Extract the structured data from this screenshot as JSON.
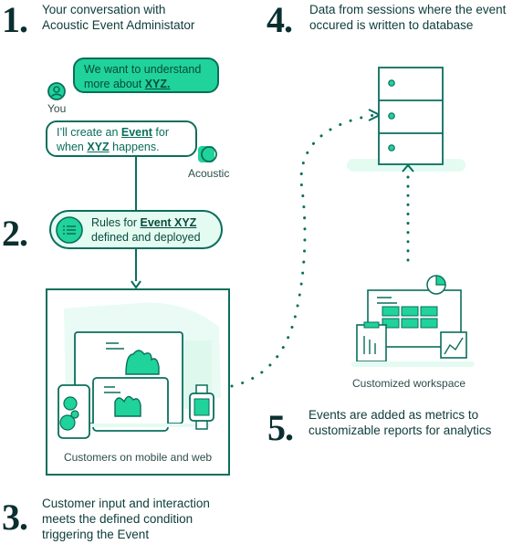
{
  "steps": {
    "s1": {
      "number": "1.",
      "text_line1": "Your conversation with",
      "text_line2": "Acoustic Event Administator"
    },
    "s2": {
      "number": "2."
    },
    "s3": {
      "number": "3.",
      "text_line1": "Customer input and interaction",
      "text_line2": "meets the defined condition",
      "text_line3": "triggering the Event"
    },
    "s4": {
      "number": "4.",
      "text_line1": "Data from sessions where the event",
      "text_line2": "occured is written to database"
    },
    "s5": {
      "number": "5.",
      "text_line1": "Events are added as metrics to",
      "text_line2": "customizable reports for analytics"
    }
  },
  "chat": {
    "user_msg_line1": "We want to understand",
    "user_msg_prefix": "more about ",
    "user_msg_link": "XYZ.",
    "user_label": "You",
    "bot_prefix": "I’ll create an ",
    "bot_link1": "Event",
    "bot_mid": " for",
    "bot_line2_prefix": "when ",
    "bot_link2": "XYZ",
    "bot_line2_suffix": " happens.",
    "bot_label": "Acoustic"
  },
  "rules": {
    "prefix": "Rules for ",
    "link": "Event XYZ",
    "line2": "defined and deployed"
  },
  "panel": {
    "title": "Event XYZ",
    "caption": "Customers on mobile and web"
  },
  "workspace": {
    "caption": "Customized workspace"
  },
  "colors": {
    "accent": "#1fd39a",
    "dark_teal": "#0a6e5c",
    "light_mint": "#e4fbf2"
  }
}
